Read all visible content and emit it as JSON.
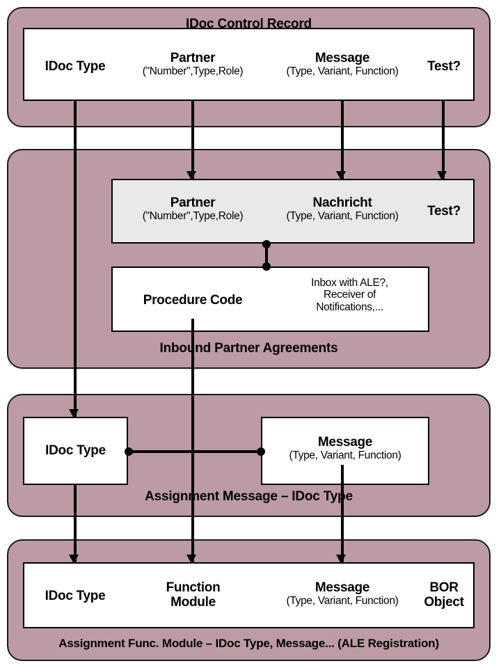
{
  "diagram": {
    "title": "IDoc inbound processing configuration chain",
    "accent_color": "#bc9ba4",
    "box_fill": "#ffffff",
    "grey_box_fill": "#e9e9e9",
    "line_color": "#000000"
  },
  "panels": [
    {
      "id": "idoc-control-record",
      "title": "IDoc Control Record",
      "title_position": "top",
      "fields": [
        {
          "main": "IDoc Type",
          "sub": ""
        },
        {
          "main": "Partner",
          "sub": "(\"Number\",Type,Role)"
        },
        {
          "main": "Message",
          "sub": "(Type, Variant, Function)"
        },
        {
          "main": "Test?",
          "sub": ""
        }
      ]
    },
    {
      "id": "inbound-partner-agreements",
      "title": "Inbound Partner Agreements",
      "title_position": "bottom",
      "fields_grey": [
        {
          "main": "Partner",
          "sub": "(\"Number\",Type,Role)"
        },
        {
          "main": "Nachricht",
          "sub": "(Type, Variant, Function)"
        },
        {
          "main": "Test?",
          "sub": ""
        }
      ],
      "fields_white": [
        {
          "main": "Procedure Code",
          "sub": ""
        },
        {
          "main": "",
          "sub": "Inbox with ALE?,\nReceiver of\nNotifications,..."
        }
      ]
    },
    {
      "id": "assignment-message-idoc-type",
      "title": "Assignment Message – IDoc Type",
      "title_position": "bottom",
      "fields": [
        {
          "main": "IDoc Type",
          "sub": ""
        },
        {
          "main": "Message",
          "sub": "(Type, Variant, Function)"
        }
      ]
    },
    {
      "id": "assignment-func-module",
      "title": "Assignment Func. Module – IDoc Type, Message... (ALE Registration)",
      "title_position": "bottom",
      "fields": [
        {
          "main": "IDoc Type",
          "sub": ""
        },
        {
          "main": "Function\nModule",
          "sub": ""
        },
        {
          "main": "Message",
          "sub": "(Type, Variant, Function)"
        },
        {
          "main": "BOR\nObject",
          "sub": ""
        }
      ]
    }
  ],
  "labels": {
    "p1_title": "IDoc Control Record",
    "p1_f1_main": "IDoc Type",
    "p1_f2_main": "Partner",
    "p1_f2_sub": "(\"Number\",Type,Role)",
    "p1_f3_main": "Message",
    "p1_f3_sub": "(Type, Variant, Function)",
    "p1_f4_main": "Test?",
    "p2_title": "Inbound Partner Agreements",
    "p2_g1_main": "Partner",
    "p2_g1_sub": "(\"Number\",Type,Role)",
    "p2_g2_main": "Nachricht",
    "p2_g2_sub": "(Type, Variant, Function)",
    "p2_g3_main": "Test?",
    "p2_w1_main": "Procedure Code",
    "p2_w2_l1": "Inbox with ALE?,",
    "p2_w2_l2": "Receiver of",
    "p2_w2_l3": "Notifications,...",
    "p3_title": "Assignment Message – IDoc Type",
    "p3_f1_main": "IDoc Type",
    "p3_f2_main": "Message",
    "p3_f2_sub": "(Type, Variant, Function)",
    "p4_title": "Assignment Func. Module – IDoc Type, Message... (ALE Registration)",
    "p4_f1_main": "IDoc Type",
    "p4_f2_l1": "Function",
    "p4_f2_l2": "Module",
    "p4_f3_main": "Message",
    "p4_f3_sub": "(Type, Variant, Function)",
    "p4_f4_l1": "BOR",
    "p4_f4_l2": "Object"
  }
}
